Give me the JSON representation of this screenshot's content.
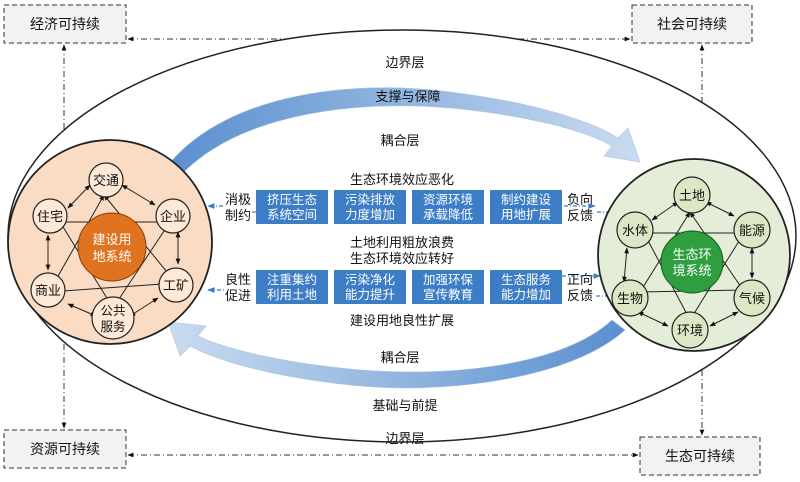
{
  "corners": {
    "economic": "经济可持续",
    "social": "社会可持续",
    "resource": "资源可持续",
    "ecological": "生态可持续"
  },
  "layers": {
    "boundary_top": "边界层",
    "boundary_bottom": "边界层",
    "coupling_top": "耦合层",
    "coupling_bottom": "耦合层",
    "support": "支撑与保障",
    "foundation": "基础与前提"
  },
  "middle": {
    "worse_title": "生态环境效应恶化",
    "waste_line1": "土地利用粗放浪费",
    "waste_line2": "生态环境效应转好",
    "benign_title": "建设用地良性扩展",
    "top_row": [
      {
        "l1": "挤压生态",
        "l2": "系统空间"
      },
      {
        "l1": "污染排放",
        "l2": "力度增加"
      },
      {
        "l1": "资源环境",
        "l2": "承载降低"
      },
      {
        "l1": "制约建设",
        "l2": "用地扩展"
      }
    ],
    "bottom_row": [
      {
        "l1": "注重集约",
        "l2": "利用土地"
      },
      {
        "l1": "污染净化",
        "l2": "能力提升"
      },
      {
        "l1": "加强环保",
        "l2": "宣传教育"
      },
      {
        "l1": "生态服务",
        "l2": "能力增加"
      }
    ],
    "left_top": {
      "l1": "消极",
      "l2": "制约"
    },
    "left_bottom": {
      "l1": "良性",
      "l2": "促进"
    },
    "right_top": {
      "l1": "负向",
      "l2": "反馈"
    },
    "right_bottom": {
      "l1": "正向",
      "l2": "反馈"
    }
  },
  "left_system": {
    "center": {
      "l1": "建设用",
      "l2": "地系统"
    },
    "nodes": {
      "transport": "交通",
      "residence": "住宅",
      "enterprise": "企业",
      "commerce": "商业",
      "industry": "工矿",
      "public_l1": "公共",
      "public_l2": "服务"
    }
  },
  "right_system": {
    "center": {
      "l1": "生态环",
      "l2": "境系统"
    },
    "nodes": {
      "land": "土地",
      "water": "水体",
      "energy": "能源",
      "organism": "生物",
      "climate": "气候",
      "environment": "环境"
    }
  },
  "colors": {
    "blue_box": "#3d7dc6",
    "left_fill": "#f9dcc3",
    "left_node": "#fde9d6",
    "left_center": "#e0731f",
    "right_fill": "#e4edd7",
    "right_node": "#dbe8c6",
    "right_center": "#2e9e3e",
    "arrow_gradient_start": "#7ea9d6",
    "arrow_gradient_end": "#c8dbef"
  }
}
